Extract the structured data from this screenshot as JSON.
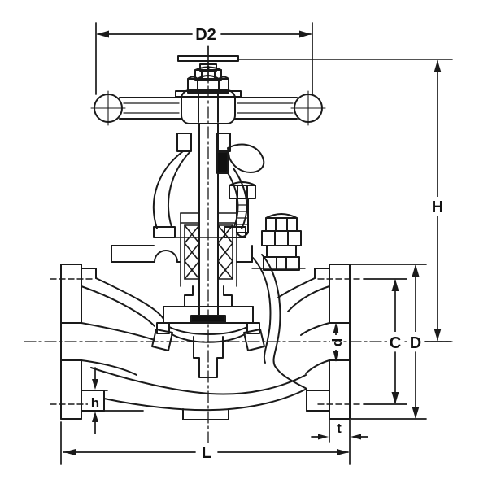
{
  "drawing": {
    "background": "#ffffff",
    "line_color": "#1a1a1a",
    "labels": {
      "d2": "D2",
      "height": "H",
      "bolt_circle": "C",
      "flange_od": "D",
      "bolt_hole": "d",
      "hub": "h",
      "thickness": "t",
      "length": "L"
    }
  }
}
